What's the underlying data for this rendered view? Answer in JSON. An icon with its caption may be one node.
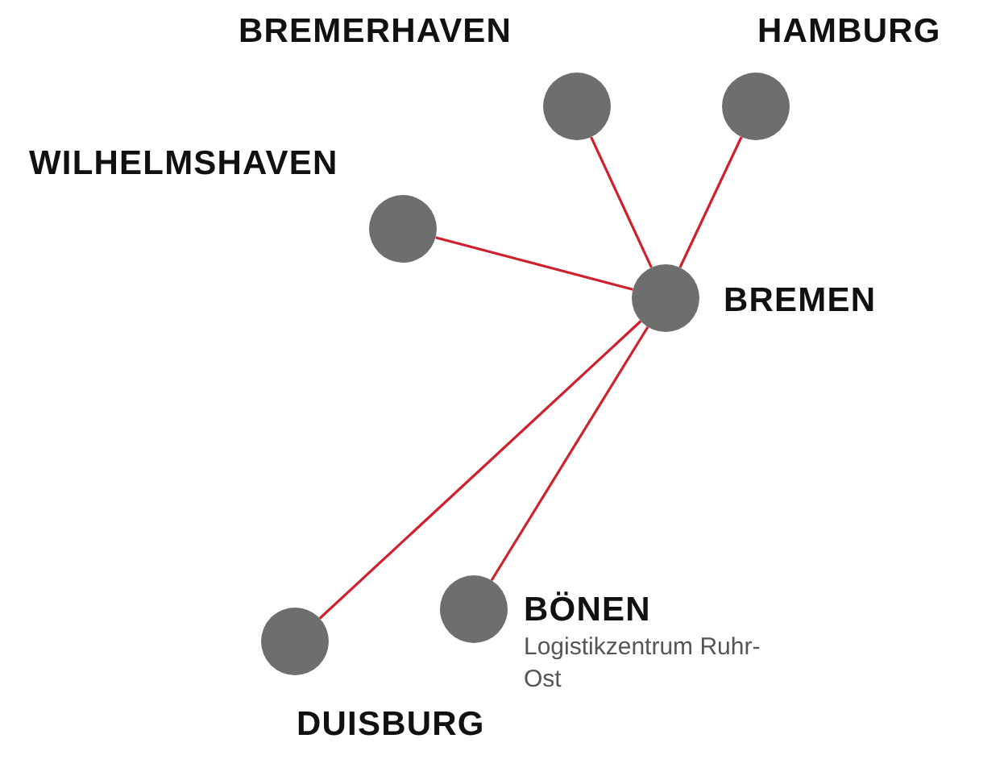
{
  "diagram": {
    "nodes": [
      {
        "text": [
          "BREMERHAVEN"
        ]
      },
      {
        "text": [
          "HAMBURG"
        ]
      },
      {
        "text": [
          "WILHELMSHAVEN"
        ]
      },
      {
        "text": [
          "BREMEN"
        ]
      },
      {
        "text": [
          "BÖNEN",
          "Logistikzentrum Ruhr-Ost"
        ]
      },
      {
        "text": [
          "DUISBURG"
        ]
      }
    ],
    "edges": [
      {
        "from": 3,
        "to": 0,
        "arrow": "none"
      },
      {
        "from": 3,
        "to": 1,
        "arrow": "none"
      },
      {
        "from": 3,
        "to": 2,
        "arrow": "none"
      },
      {
        "from": 3,
        "to": 5,
        "arrow": "none"
      },
      {
        "from": 3,
        "to": 4,
        "arrow": "none"
      }
    ]
  }
}
